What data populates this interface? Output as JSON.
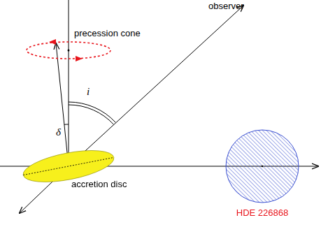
{
  "diagram": {
    "nodes": [
      {
        "text": [
          "accretion disc"
        ]
      },
      {
        "text": [
          "HDE 226868"
        ]
      }
    ],
    "labels": [
      "observer",
      "precession cone",
      "δ",
      "i"
    ]
  }
}
